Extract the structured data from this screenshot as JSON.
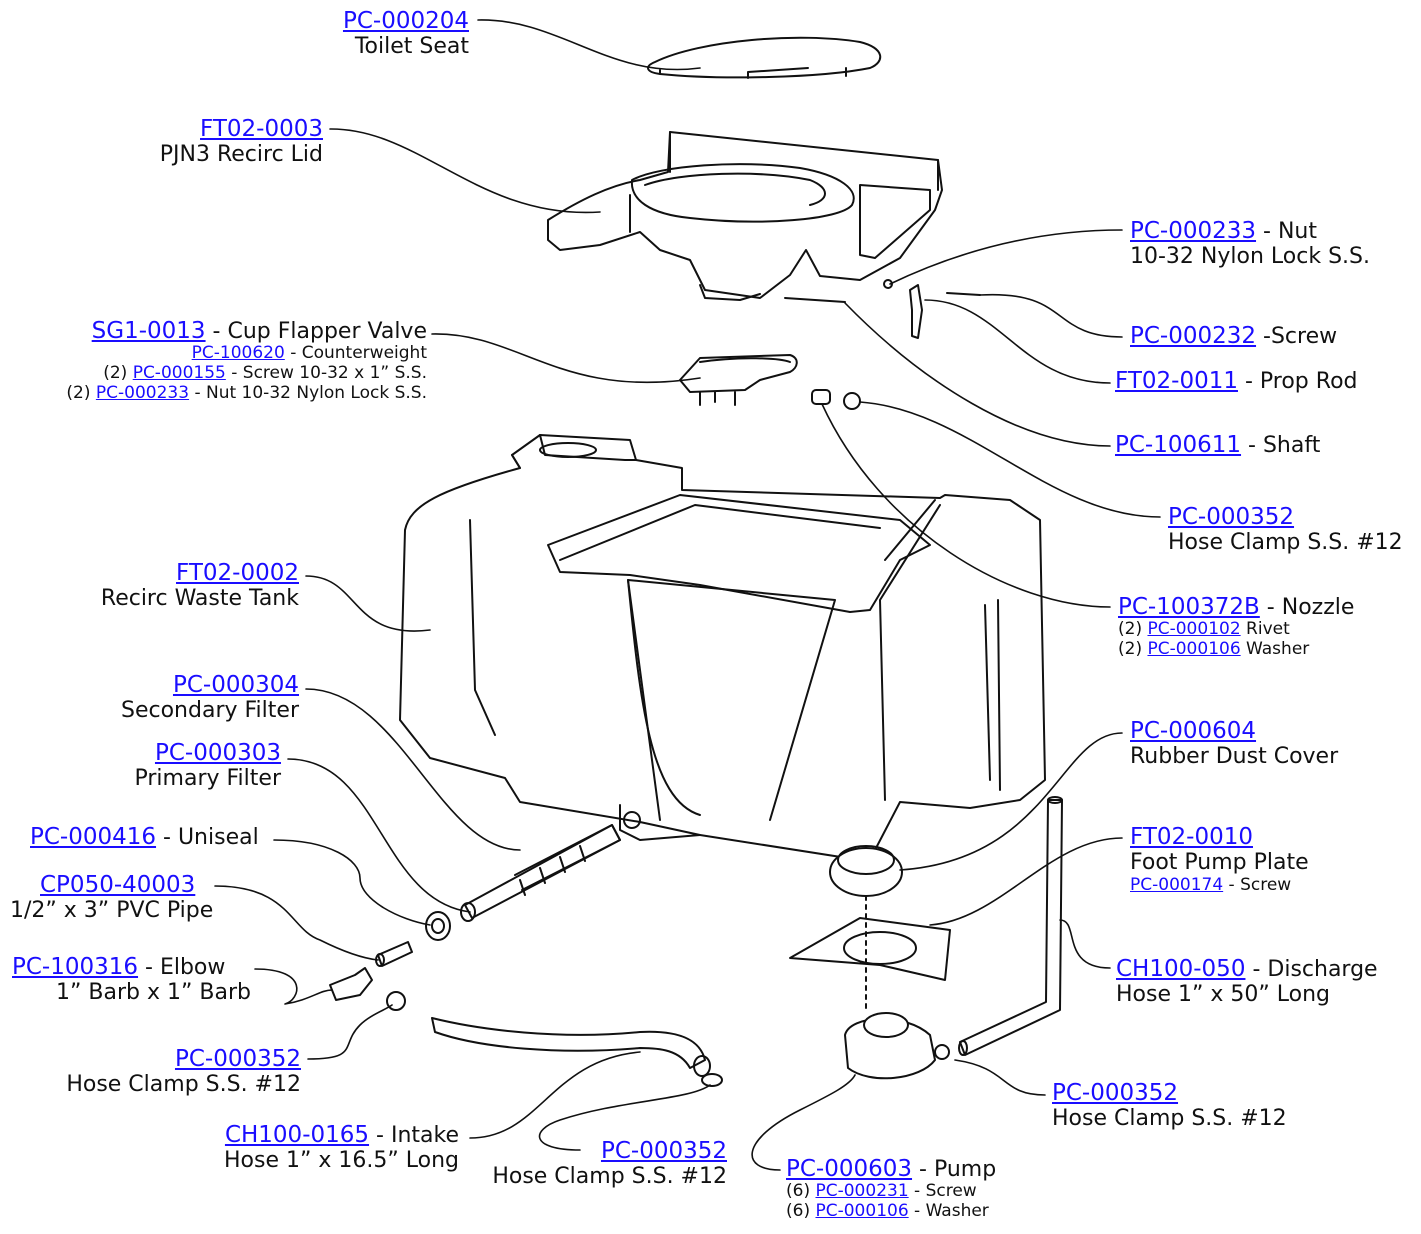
{
  "callouts": {
    "seat": {
      "part": "PC-000204",
      "desc": "Toilet Seat"
    },
    "lid": {
      "part": "FT02-0003",
      "desc": "PJN3 Recirc Lid"
    },
    "flapper": {
      "part": "SG1-0013",
      "desc": " - Cup Flapper Valve",
      "sub1_part": "PC-100620",
      "sub1_desc": " - Counterweight",
      "sub2_qty": "(2) ",
      "sub2_part": "PC-000155",
      "sub2_desc": " - Screw 10-32 x 1” S.S.",
      "sub3_qty": "(2) ",
      "sub3_part": "PC-000233",
      "sub3_desc": " - Nut 10-32 Nylon Lock S.S."
    },
    "tank": {
      "part": "FT02-0002",
      "desc": "Recirc Waste Tank"
    },
    "secondary_filter": {
      "part": "PC-000304",
      "desc": "Secondary Filter"
    },
    "primary_filter": {
      "part": "PC-000303",
      "desc": "Primary Filter"
    },
    "uniseal": {
      "part": "PC-000416",
      "desc": " - Uniseal"
    },
    "pvc": {
      "part": "CP050-40003",
      "desc": "1/2” x 3” PVC Pipe"
    },
    "elbow": {
      "part": "PC-100316",
      "desc": " - Elbow",
      "desc2": "1” Barb x 1” Barb"
    },
    "clamp_left": {
      "part": "PC-000352",
      "desc": "Hose Clamp S.S. #12"
    },
    "intake": {
      "part": "CH100-0165",
      "desc": " - Intake",
      "desc2": "Hose 1” x 16.5” Long"
    },
    "clamp_mid": {
      "part": "PC-000352",
      "desc": "Hose Clamp S.S. #12"
    },
    "pump": {
      "part": "PC-000603",
      "desc": " - Pump",
      "sub1_qty": "(6) ",
      "sub1_part": "PC-000231",
      "sub1_desc": " - Screw",
      "sub2_qty": "(6) ",
      "sub2_part": "PC-000106",
      "sub2_desc": " - Washer"
    },
    "clamp_pump": {
      "part": "PC-000352",
      "desc": "Hose Clamp S.S. #12"
    },
    "nut": {
      "part": "PC-000233",
      "desc": " - Nut",
      "desc2": "10-32 Nylon Lock S.S."
    },
    "screw": {
      "part": "PC-000232",
      "desc": " -Screw"
    },
    "prop_rod": {
      "part": "FT02-0011",
      "desc": " - Prop Rod"
    },
    "shaft": {
      "part": "PC-100611",
      "desc": " - Shaft"
    },
    "clamp_right": {
      "part": "PC-000352",
      "desc": "Hose Clamp S.S. #12"
    },
    "nozzle": {
      "part": "PC-100372B",
      "desc": " - Nozzle",
      "sub1_qty": "(2) ",
      "sub1_part": "PC-000102",
      "sub1_desc": " Rivet",
      "sub2_qty": "(2) ",
      "sub2_part": "PC-000106",
      "sub2_desc": " Washer"
    },
    "dust_cover": {
      "part": "PC-000604",
      "desc": "Rubber Dust Cover"
    },
    "foot_plate": {
      "part": "FT02-0010",
      "desc": "Foot Pump Plate",
      "sub1_part": "PC-000174",
      "sub1_desc": " - Screw"
    },
    "discharge": {
      "part": "CH100-050",
      "desc": " - Discharge",
      "desc2": "Hose 1” x 50” Long"
    }
  },
  "colors": {
    "link": "#1a0dff",
    "line": "#111111"
  }
}
